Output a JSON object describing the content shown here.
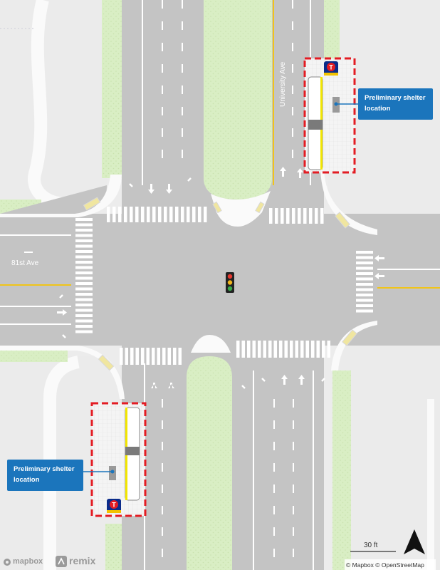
{
  "streets": {
    "north_south": "University Ave",
    "east_west": "81st Ave"
  },
  "callouts": [
    {
      "text": "Preliminary shelter location"
    },
    {
      "text": "Preliminary shelter location"
    }
  ],
  "scale_bar": {
    "label": "30 ft"
  },
  "attribution": {
    "text": "© Mapbox © OpenStreetMap"
  },
  "logos": {
    "mapbox": "mapbox",
    "remix": "remix"
  },
  "stop_icon": {
    "letter": "T"
  },
  "colors": {
    "road": "#c4c4c4",
    "grass": "#d9eec4",
    "sidewalk": "#fafafa",
    "highlight_box": "#e31c23",
    "callout": "#1b75bc",
    "transit_blue": "#0b2c8a",
    "transit_red": "#e31c23",
    "bus_stripe": "#f2e600"
  }
}
